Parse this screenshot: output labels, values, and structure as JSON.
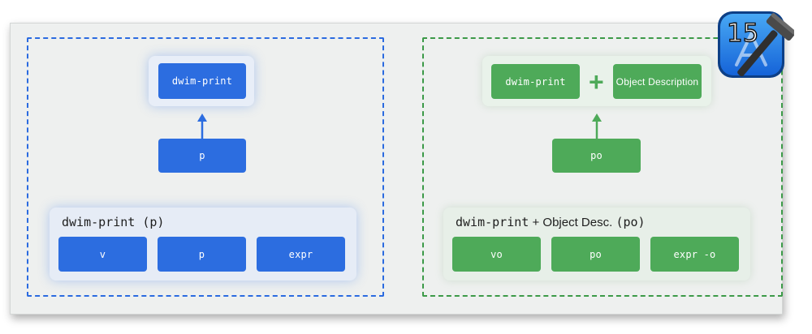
{
  "left_panel": {
    "top_button": "dwim-print",
    "middle_button": "p",
    "group_label": "dwim-print (p)",
    "buttons": [
      "v",
      "p",
      "expr"
    ]
  },
  "right_panel": {
    "top_left_button": "dwim-print",
    "plus": "+",
    "top_right_button": "Object Description",
    "middle_button": "po",
    "group_label_mono": "dwim-print",
    "group_label_sans": "+ Object Desc.",
    "group_label_suffix": "(po)",
    "buttons": [
      "vo",
      "po",
      "expr -o"
    ]
  },
  "badge": {
    "version": "15"
  },
  "colors": {
    "blue": "#2c6de0",
    "green": "#4eaa59",
    "background": "#eef0ef"
  }
}
